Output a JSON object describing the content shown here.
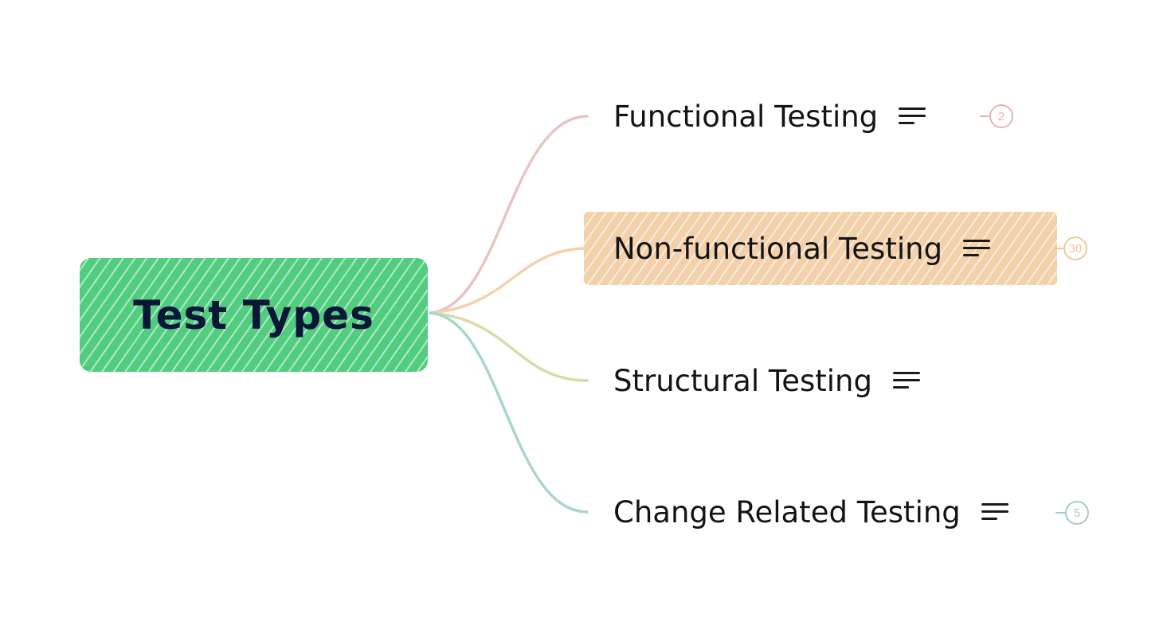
{
  "root": {
    "label": "Test Types",
    "color": "#52cd80"
  },
  "topics": [
    {
      "label": "Functional Testing",
      "branch_color": "#e8c4c2",
      "count": "2",
      "count_color": "#e8b3b3",
      "has_notes": true
    },
    {
      "label": "Non-functional Testing",
      "branch_color": "#f3d1ab",
      "count": "30",
      "count_color": "#f0c89e",
      "has_notes": true,
      "highlighted": true
    },
    {
      "label": "Structural Testing",
      "branch_color": "#d9dba4",
      "count": "",
      "has_notes": true
    },
    {
      "label": "Change Related Testing",
      "branch_color": "#a9d6cc",
      "count": "5",
      "count_color": "#9fcfc1",
      "has_notes": true
    }
  ],
  "icons": {
    "notes": "notes-lines-icon"
  }
}
